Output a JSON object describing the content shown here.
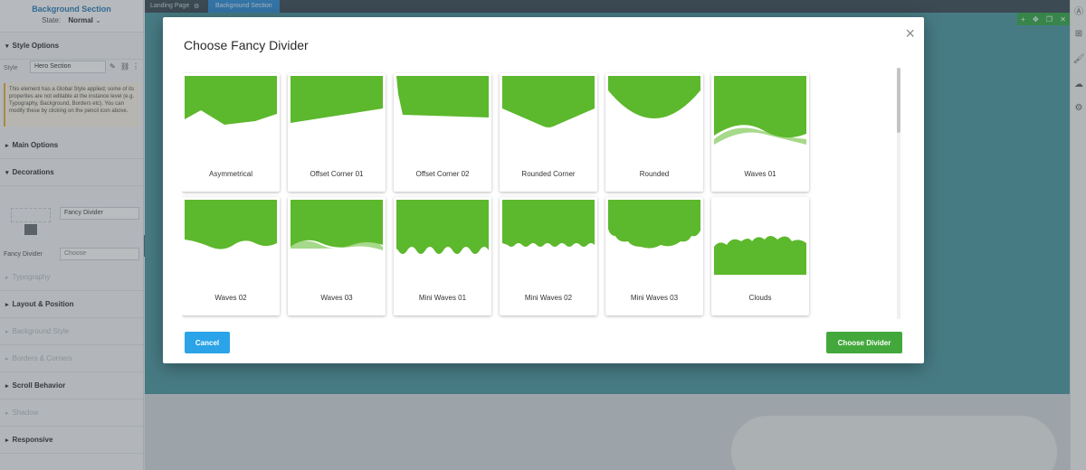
{
  "panel": {
    "title": "Background Section",
    "state_label": "State:",
    "state_value": "Normal",
    "sections": {
      "style_options": "Style Options",
      "main_options": "Main Options",
      "decorations": "Decorations",
      "typography": "Typography",
      "layout_position": "Layout & Position",
      "background_style": "Background Style",
      "borders_corners": "Borders & Corners",
      "scroll_behavior": "Scroll Behavior",
      "shadow": "Shadow",
      "responsive": "Responsive"
    },
    "style_label": "Style",
    "style_value": "Hero Section",
    "global_style_note": "This element has a Global Style applied; some of its properties are not editable at the instance level (e.g. Typography, Background, Borders etc). You can modify these by clicking on the pencil icon above.",
    "decoration_select": "Fancy Divider",
    "fancy_divider_label": "Fancy Divider",
    "fancy_divider_placeholder": "Choose"
  },
  "breadcrumbs": [
    "Landing Page",
    "Background Section"
  ],
  "modal": {
    "title": "Choose Fancy Divider",
    "close_icon": "×",
    "cancel_label": "Cancel",
    "choose_label": "Choose Divider",
    "dividers": [
      {
        "label": "Asymmetrical"
      },
      {
        "label": "Offset Corner 01"
      },
      {
        "label": "Offset Corner 02"
      },
      {
        "label": "Rounded Corner"
      },
      {
        "label": "Rounded"
      },
      {
        "label": "Waves 01"
      },
      {
        "label": "Waves 02"
      },
      {
        "label": "Waves 03"
      },
      {
        "label": "Mini Waves 01"
      },
      {
        "label": "Mini Waves 02"
      },
      {
        "label": "Mini Waves 03"
      },
      {
        "label": "Clouds"
      }
    ]
  },
  "colors": {
    "divider_green": "#5cb82c",
    "divider_green_dark": "#3e9b1c",
    "cancel_button": "#2aa3e8",
    "choose_button": "#43a83c"
  }
}
